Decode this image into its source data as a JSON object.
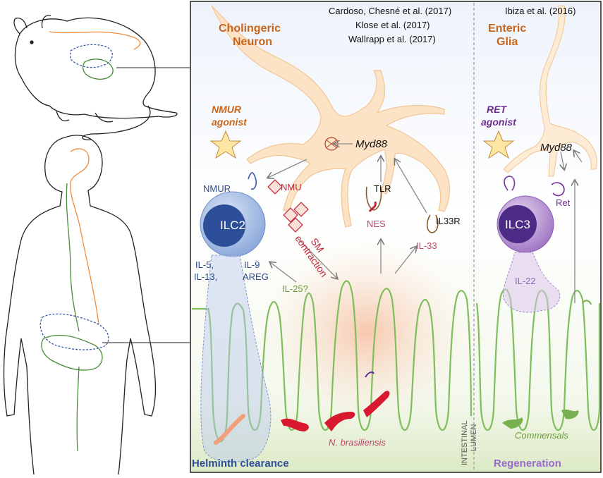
{
  "citations": {
    "left_1": "Cardoso, Chesné et al. (2017)",
    "left_2": "Klose et al. (2017)",
    "left_3": "Wallrapp et al. (2017)",
    "right_1": "Ibiza et al. (2016)"
  },
  "left_panel": {
    "title_line1": "Cholingeric",
    "title_line2": "Neuron",
    "agonist_line1": "NMUR",
    "agonist_line2": "agonist",
    "myd88": "Myd88",
    "nmur": "NMUR",
    "nmu": "NMU",
    "ilc2": "ILC2",
    "tlr": "TLR",
    "nes": "NES",
    "il33r": "IL33R",
    "il33": "IL-33",
    "sm_line1": "SM",
    "sm_line2": "contraction",
    "il5": "IL-5,",
    "il13": "IL-13,",
    "il9": "IL-9",
    "areg": "AREG",
    "il25": "IL-25?",
    "pathogen": "N. brasiliensis",
    "outcome": "Helminth clearance"
  },
  "lumen": {
    "line1": "INTESTINAL",
    "line2": "LUMEN"
  },
  "right_panel": {
    "title_line1": "Enteric",
    "title_line2": "Glia",
    "agonist_line1": "RET",
    "agonist_line2": "agonist",
    "myd88": "Myd88",
    "ret": "Ret",
    "ilc3": "ILC3",
    "il22": "IL-22",
    "commensals": "Commensals",
    "outcome": "Regeneration"
  },
  "colors": {
    "neuron": "#fde3c6",
    "neuron_stroke": "#f0bc86",
    "ilc2": "#7c9cd6",
    "ilc3": "#8a56b8",
    "epithelium": "#8cc66b",
    "worm": "#d8182f"
  }
}
